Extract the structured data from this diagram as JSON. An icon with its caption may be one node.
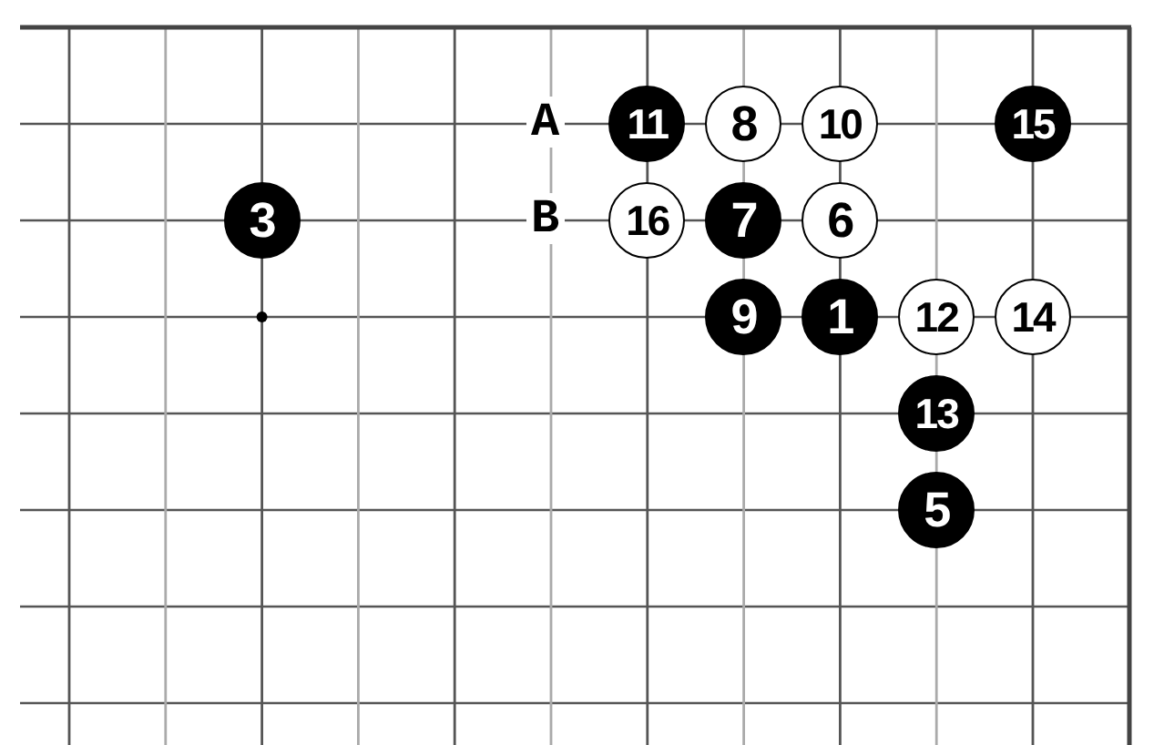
{
  "diagram": {
    "nodes": [
      {
        "text": [
          "11"
        ]
      },
      {
        "text": [
          "8"
        ]
      },
      {
        "text": [
          "10"
        ]
      },
      {
        "text": [
          "15"
        ]
      },
      {
        "text": [
          "3"
        ]
      },
      {
        "text": [
          "16"
        ]
      },
      {
        "text": [
          "7"
        ]
      },
      {
        "text": [
          "6"
        ]
      },
      {
        "text": [
          "9"
        ]
      },
      {
        "text": [
          "1"
        ]
      },
      {
        "text": [
          "12"
        ]
      },
      {
        "text": [
          "14"
        ]
      },
      {
        "text": [
          "13"
        ]
      },
      {
        "text": [
          "5"
        ]
      }
    ],
    "labels": [
      "A",
      "B"
    ]
  }
}
